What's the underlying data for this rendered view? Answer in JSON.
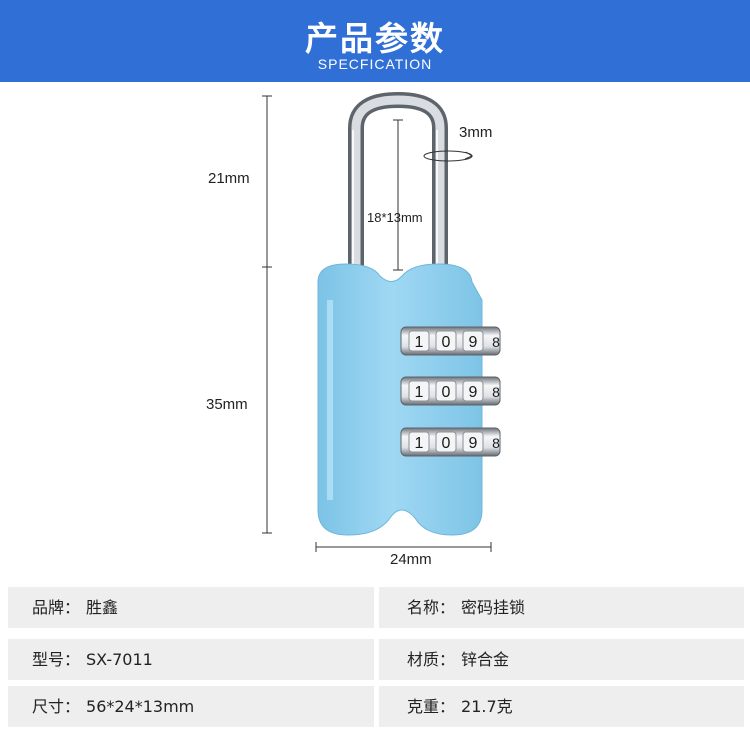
{
  "header": {
    "title": "产品参数",
    "subtitle": "SPECFICATION",
    "background_color": "#2f6fd6"
  },
  "diagram": {
    "shackle_height_label": "21mm",
    "body_height_label": "35mm",
    "width_label": "24mm",
    "shackle_diameter_label": "3mm",
    "shackle_inner_label": "18*13mm",
    "lock_color": "#8fd0ef",
    "dial_digits": [
      "1",
      "0",
      "9",
      "8"
    ]
  },
  "specs": {
    "rows": [
      {
        "left": {
          "label": "品牌：",
          "value": "胜鑫"
        },
        "right": {
          "label": "名称：",
          "value": "密码挂锁"
        }
      },
      {
        "left": {
          "label": "型号：",
          "value": "SX-7011"
        },
        "right": {
          "label": "材质：",
          "value": "锌合金"
        }
      },
      {
        "left": {
          "label": "尺寸：",
          "value": "56*24*13mm"
        },
        "right": {
          "label": "克重：",
          "value": "21.7克"
        }
      }
    ]
  }
}
